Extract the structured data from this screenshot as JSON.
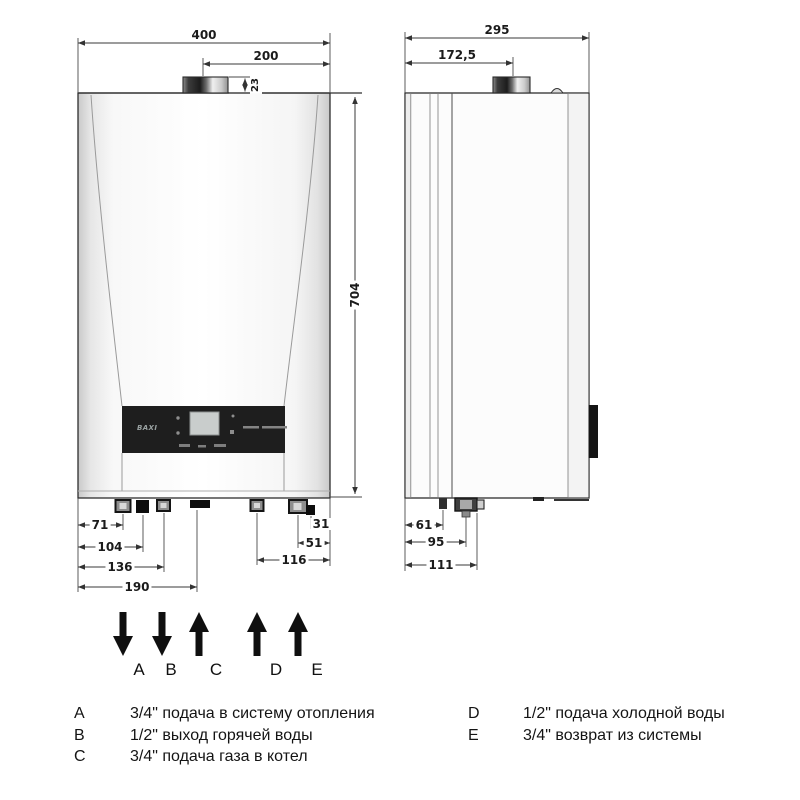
{
  "front_view": {
    "dim_width": "400",
    "dim_flue_offset": "200",
    "dim_flue_collar_height": "23",
    "dim_height": "704",
    "dim_left_1": "71",
    "dim_left_2": "104",
    "dim_left_3": "136",
    "dim_left_4": "190",
    "dim_right_1": "31",
    "dim_right_2": "51",
    "dim_right_3": "116",
    "panel_brand": "BAXI"
  },
  "side_view": {
    "dim_depth": "295",
    "dim_flue_offset": "172,5",
    "dim_bottom_1": "61",
    "dim_bottom_2": "95",
    "dim_bottom_3": "111"
  },
  "connections": {
    "arrows": [
      {
        "letter": "A",
        "direction": "down"
      },
      {
        "letter": "B",
        "direction": "down"
      },
      {
        "letter": "C",
        "direction": "up"
      },
      {
        "letter": "D",
        "direction": "up"
      },
      {
        "letter": "E",
        "direction": "up"
      }
    ],
    "legend_left": [
      {
        "key": "A",
        "desc": "3/4\" подача в систему отопления"
      },
      {
        "key": "B",
        "desc": "1/2\" выход горячей воды"
      },
      {
        "key": "C",
        "desc": "3/4\" подача газа в котел"
      }
    ],
    "legend_right": [
      {
        "key": "D",
        "desc": "1/2\" подача холодной воды"
      },
      {
        "key": "E",
        "desc": "3/4\" возврат из системы"
      }
    ]
  },
  "colors": {
    "line": "#3a3a3a",
    "panel": "#1e1e1e",
    "lcd": "#c9cdcc"
  }
}
